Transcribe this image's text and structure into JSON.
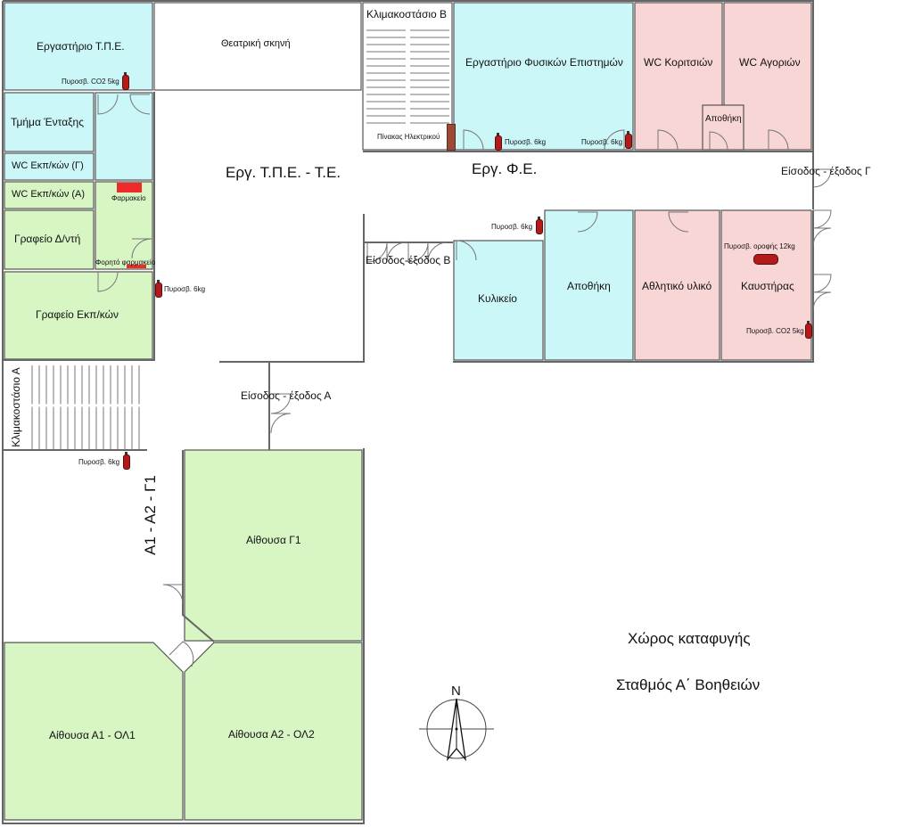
{
  "rooms": {
    "lab_tpe": "Εργαστήριο Τ.Π.Ε.",
    "theatre": "Θεατρική σκηνή",
    "stair_b": "Κλιμακοστάσιο Β",
    "lab_science": "Εργαστήριο Φυσικών Επιστημών",
    "wc_girls": "WC Κοριτσιών",
    "wc_boys": "WC Αγοριών",
    "storage_small": "Αποθήκη",
    "integration": "Τμήμα Ένταξης",
    "wc_teachers_g": "WC Εκπ/κών (Γ)",
    "wc_teachers_a": "WC Εκπ/κών (Α)",
    "pharmacy": "Φαρμακείο",
    "principal": "Γραφείο Δ/ντή",
    "portable_pharmacy": "Φορητό φαρμακείο",
    "teachers_office": "Γραφείο Εκπ/κών",
    "electrical_panel": "Πίνακας Ηλεκτρικού",
    "canteen": "Κυλικείο",
    "storage": "Αποθήκη",
    "sports": "Αθλητικό υλικό",
    "boiler": "Καυστήρας",
    "stair_a": "Κλιμακοστάσιο Α",
    "hall_g1": "Αίθουσα Γ1",
    "hall_a1": "Αίθουσα Α1 - ΟΛ1",
    "hall_a2": "Αίθουσα Α2 - ΟΛ2"
  },
  "areas": {
    "erg_tpe": "Εργ. Τ.Π.Ε. - Τ.Ε.",
    "erg_fe": "Εργ. Φ.Ε.",
    "corridor_a": "Α1 - Α2 - Γ1"
  },
  "exits": {
    "exit_a": "Είσοδος - έξοδος Α",
    "exit_b": "Είσοδος-έξοδος Β",
    "exit_g": "Είσοδος - έξοδος Γ"
  },
  "extinguishers": {
    "co2_lab_tpe": "Πυροσβ. CO2 5kg",
    "lab_science_1": "Πυροσβ. 6kg",
    "lab_science_2": "Πυροσβ. 6kg",
    "corridor_fe": "Πυροσβ. 6kg",
    "teachers_office": "Πυροσβ. 6kg",
    "stair_a": "Πυροσβ. 6kg",
    "ceiling_boiler": "Πυροσβ. οροφής  12kg",
    "co2_boiler": "Πυροσβ. CO2 5kg"
  },
  "legend": {
    "shelter": "Χώρος καταφυγής",
    "first_aid": "Σταθμός Α΄ Βοηθειών"
  },
  "compass": {
    "north": "N"
  },
  "colors": {
    "lab_blue": "#ccf7f9",
    "office_green": "#d8f5c4",
    "wc_pink": "#f9d6d6",
    "pharmacy_red": "#ee2a2a",
    "extinguisher_red": "#b31b1b",
    "electric_brown": "#9a4a35"
  }
}
